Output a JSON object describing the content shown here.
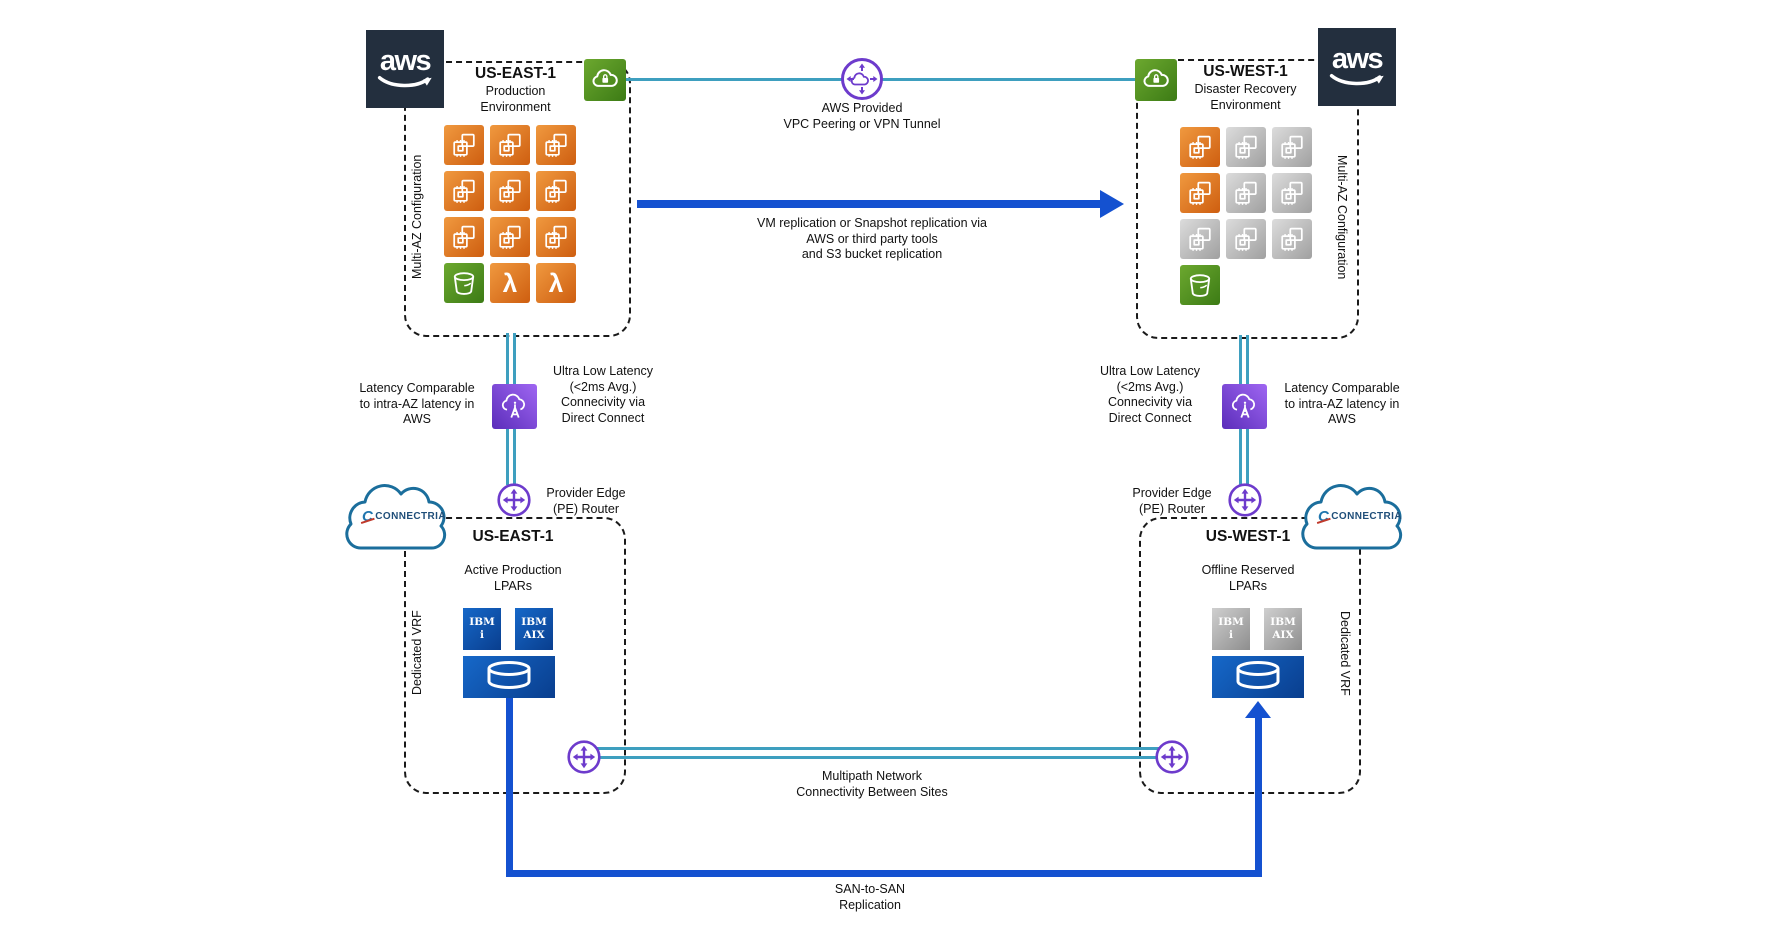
{
  "colors": {
    "teal_line": "#3E9FBF",
    "blue_line": "#1451D0",
    "purple": "#6D3BCC",
    "aws_navy": "#232F3E",
    "orange": "#E07F26",
    "green": "#4F9A2E",
    "gray": "#ABABAB",
    "ibm_blue": "#0E4DA4",
    "connectria_blue": "#1B6E9C"
  },
  "aws_east": {
    "logo": "aws",
    "region": "US-EAST-1",
    "env1": "Production",
    "env2": "Environment",
    "multi_az": "Multi-AZ Configuration",
    "grid": [
      [
        "vm-orange",
        "vm-orange",
        "vm-orange"
      ],
      [
        "vm-orange",
        "vm-orange",
        "vm-orange"
      ],
      [
        "vm-orange",
        "vm-orange",
        "vm-orange"
      ],
      [
        "s3",
        "lambda",
        "lambda"
      ]
    ]
  },
  "aws_west": {
    "logo": "aws",
    "region": "US-WEST-1",
    "env1": "Disaster Recovery",
    "env2": "Environment",
    "multi_az": "Multi-AZ Configuration",
    "grid": [
      [
        "vm-orange",
        "vm-gray",
        "vm-gray"
      ],
      [
        "vm-orange",
        "vm-gray",
        "vm-gray"
      ],
      [
        "vm-gray",
        "vm-gray",
        "vm-gray"
      ],
      [
        "s3"
      ]
    ]
  },
  "vpc_link": {
    "l1": "AWS Provided",
    "l2": "VPC Peering or VPN Tunnel"
  },
  "replication": {
    "l1": "VM replication or Snapshot replication via",
    "l2": "AWS or third party tools",
    "l3": "and S3 bucket replication"
  },
  "dx_east": {
    "outer1": "Latency Comparable",
    "outer2": "to intra-AZ latency in",
    "outer3": "AWS",
    "inner1": "Ultra Low Latency",
    "inner2": "(<2ms Avg.)",
    "inner3": "Connecivity via",
    "inner4": "Direct Connect"
  },
  "dx_west": {
    "outer1": "Latency Comparable",
    "outer2": "to intra-AZ latency in",
    "outer3": "AWS",
    "inner1": "Ultra Low Latency",
    "inner2": "(<2ms Avg.)",
    "inner3": "Connecivity via",
    "inner4": "Direct Connect"
  },
  "pe_east": {
    "l1": "Provider Edge",
    "l2": "(PE) Router"
  },
  "pe_west": {
    "l1": "Provider Edge",
    "l2": "(PE) Router"
  },
  "conn_east": {
    "logo": "CONNECTRIA",
    "region": "US-EAST-1",
    "desc1": "Active Production",
    "desc2": "LPARs",
    "vrf": "Dedicated VRF",
    "lpar1": {
      "type": "blue",
      "l1": "IBM",
      "l2": "i"
    },
    "lpar2": {
      "type": "blue",
      "l1": "IBM",
      "l2": "AIX"
    }
  },
  "conn_west": {
    "logo": "CONNECTRIA",
    "region": "US-WEST-1",
    "desc1": "Offline Reserved",
    "desc2": "LPARs",
    "vrf": "Dedicated VRF",
    "lpar1": {
      "type": "gray",
      "l1": "IBM",
      "l2": "i"
    },
    "lpar2": {
      "type": "gray",
      "l1": "IBM",
      "l2": "AIX"
    }
  },
  "multipath": {
    "l1": "Multipath Network",
    "l2": "Connectivity Between Sites"
  },
  "san": {
    "l1": "SAN-to-SAN",
    "l2": "Replication"
  }
}
